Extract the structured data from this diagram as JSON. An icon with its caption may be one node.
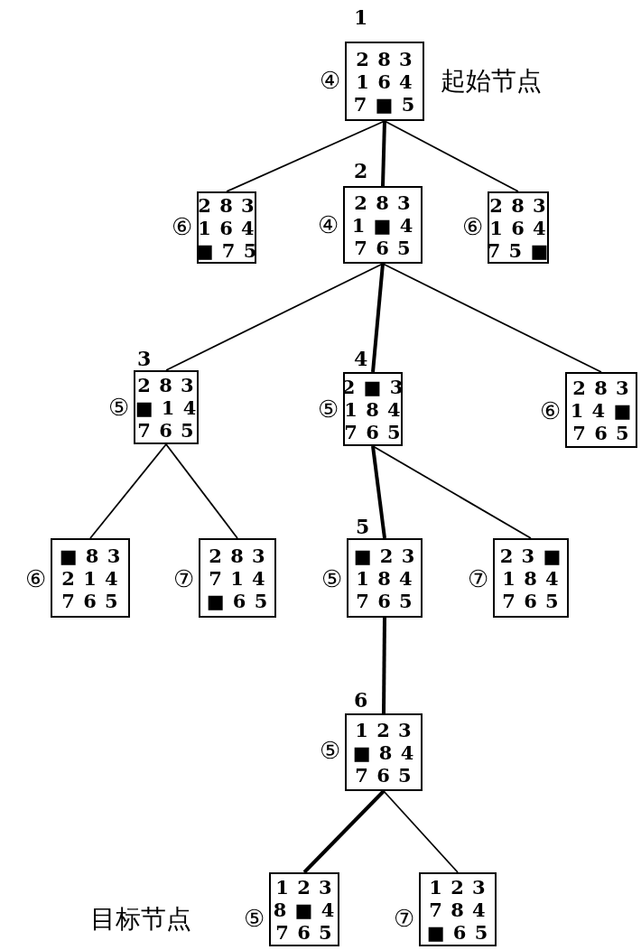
{
  "diagram": {
    "nodes": [
      {
        "text": [
          "2 8 3",
          "1 6 4",
          "7 ■ 5"
        ],
        "beside": [
          "1",
          "起始节点"
        ]
      },
      {
        "text": [
          "2 8 3",
          "1 6 4",
          "■ 7 5"
        ]
      },
      {
        "text": [
          "2 8 3",
          "1 ■ 4",
          "7 6 5"
        ],
        "beside": [
          "2"
        ]
      },
      {
        "text": [
          "2 8 3",
          "1 6 4",
          "7 5 ■"
        ]
      },
      {
        "text": [
          "2 8 3",
          "■ 1 4",
          "7 6 5"
        ],
        "beside": [
          "3"
        ]
      },
      {
        "text": [
          "2 ■ 3",
          "1 8 4",
          "7 6 5"
        ],
        "beside": [
          "4"
        ]
      },
      {
        "text": [
          "2 8 3",
          "1 4 ■",
          "7 6 5"
        ]
      },
      {
        "text": [
          "■ 8 3",
          "2 1 4",
          "7 6 5"
        ]
      },
      {
        "text": [
          "2 8 3",
          "7 1 4",
          "■ 6 5"
        ]
      },
      {
        "text": [
          "■ 2 3",
          "1 8 4",
          "7 6 5"
        ],
        "beside": [
          "5"
        ]
      },
      {
        "text": [
          "2 3 ■",
          "1 8 4",
          "7 6 5"
        ]
      },
      {
        "text": [
          "1 2 3",
          "■ 8 4",
          "7 6 5"
        ],
        "beside": [
          "6"
        ]
      },
      {
        "text": [
          "1 2 3",
          "8 ■ 4",
          "7 6 5"
        ],
        "beside": [
          "目标节点"
        ]
      },
      {
        "text": [
          "1 2 3",
          "7 8 4",
          "■ 6 5"
        ]
      }
    ],
    "edges": [
      {
        "from": 0,
        "to": 1,
        "arrow": "none"
      },
      {
        "from": 0,
        "to": 2,
        "arrow": "none",
        "style": "thick"
      },
      {
        "from": 0,
        "to": 3,
        "arrow": "none"
      },
      {
        "from": 2,
        "to": 4,
        "arrow": "none"
      },
      {
        "from": 2,
        "to": 5,
        "arrow": "none",
        "style": "thick"
      },
      {
        "from": 2,
        "to": 6,
        "arrow": "none"
      },
      {
        "from": 4,
        "to": 7,
        "arrow": "none"
      },
      {
        "from": 4,
        "to": 8,
        "arrow": "none"
      },
      {
        "from": 5,
        "to": 9,
        "arrow": "none",
        "style": "thick"
      },
      {
        "from": 5,
        "to": 10,
        "arrow": "none"
      },
      {
        "from": 9,
        "to": 11,
        "arrow": "none",
        "style": "thick"
      },
      {
        "from": 11,
        "to": 12,
        "arrow": "none",
        "style": "thick"
      },
      {
        "from": 11,
        "to": 13,
        "arrow": "none"
      }
    ],
    "labels": [
      "④",
      "⑥",
      "④",
      "⑥",
      "⑤",
      "⑤",
      "⑥",
      "⑥",
      "⑦",
      "⑤",
      "⑦",
      "⑤",
      "⑤",
      "⑦"
    ]
  }
}
